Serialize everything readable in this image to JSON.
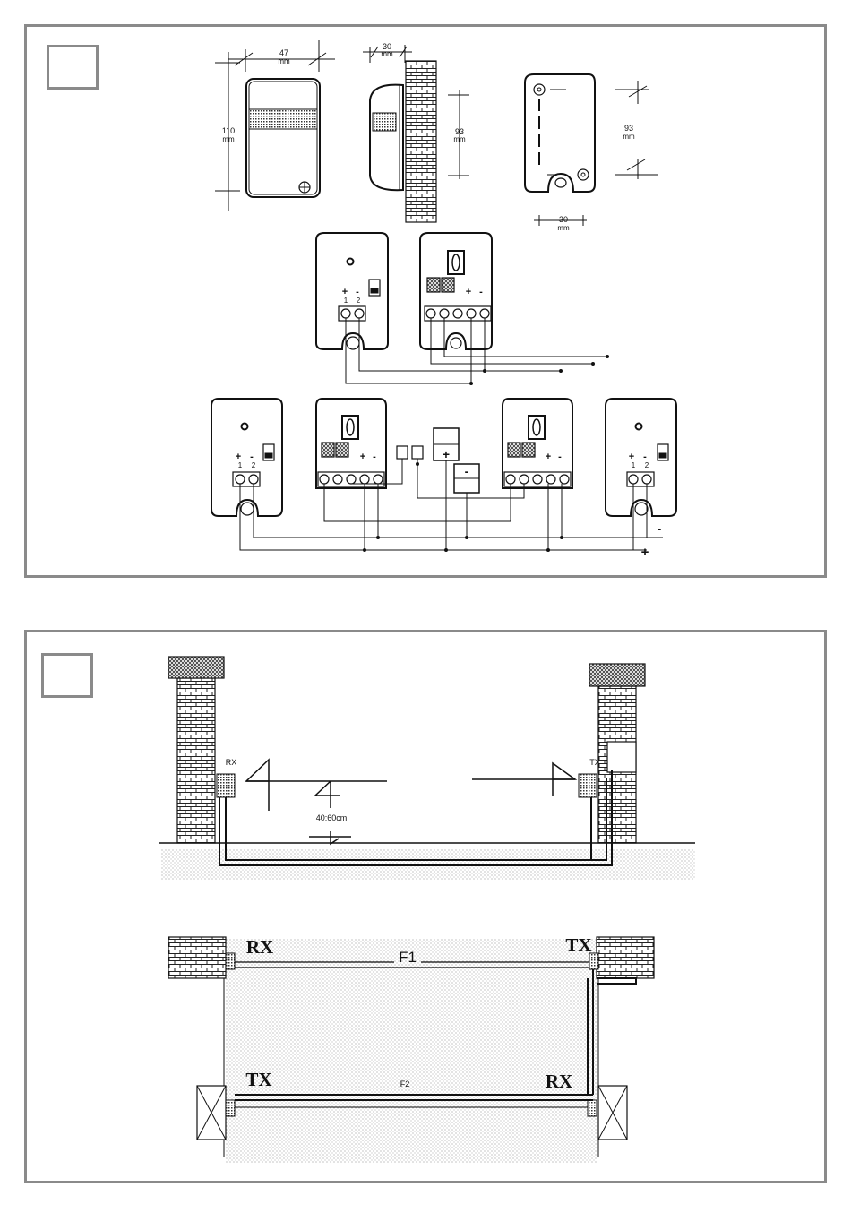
{
  "figure1": {
    "dims": {
      "width_value": "47",
      "width_unit": "mm",
      "height_value": "110",
      "height_unit": "mm",
      "depth_value": "30",
      "depth_unit": "mm",
      "mount_height_value": "93",
      "mount_height_unit": "mm",
      "hole_spacing_value": "93",
      "hole_spacing_unit": "mm",
      "hole_offset_value": "30",
      "hole_offset_unit": "mm"
    },
    "rx_terminals": {
      "plus": "+",
      "minus": "-",
      "t1": "1",
      "t2": "2"
    },
    "tx_terminals": {
      "plus": "+",
      "minus": "-"
    },
    "supply": {
      "plus": "+",
      "minus": "-"
    },
    "bus": {
      "minus": "-",
      "plus": "+"
    }
  },
  "figure2": {
    "elevation": {
      "rx": "RX",
      "tx": "TX",
      "distance": "40:60cm"
    },
    "plan": {
      "rx_top": "RX",
      "tx_top": "TX",
      "f1": "F1",
      "tx_bottom": "TX",
      "rx_bottom": "RX",
      "f2": "F2"
    }
  }
}
